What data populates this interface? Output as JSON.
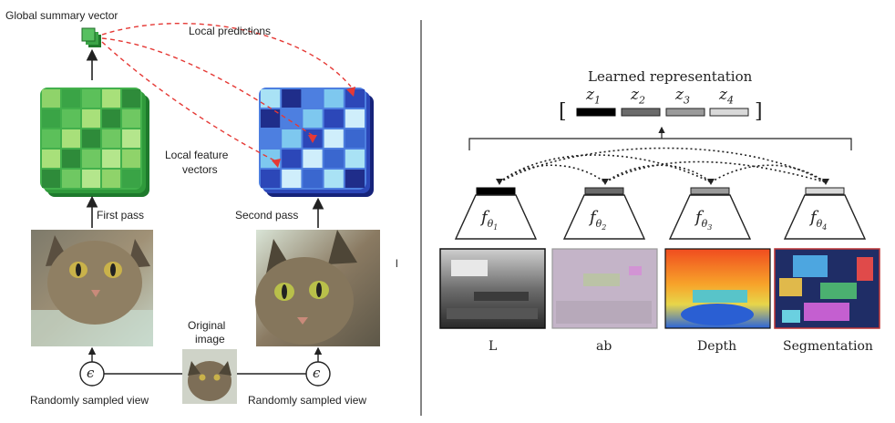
{
  "left": {
    "global_summary_label": "Global summary vector",
    "local_predictions_label": "Local predictions",
    "local_feature_label_line1": "Local feature",
    "local_feature_label_line2": "vectors",
    "first_pass_label": "First pass",
    "second_pass_label": "Second pass",
    "original_label_line1": "Original",
    "original_label_line2": "image",
    "view_label_left": "Randomly sampled view",
    "view_label_right": "Randomly sampled view",
    "epsilon_symbol": "ϵ",
    "separator_mark": "l"
  },
  "right": {
    "title": "Learned representation",
    "open_bracket": "[",
    "close_bracket": "]",
    "z_labels": [
      "z1",
      "z2",
      "z3",
      "z4"
    ],
    "encoders": [
      "fθ1",
      "fθ2",
      "fθ3",
      "fθ4"
    ],
    "image_labels": [
      "L",
      "ab",
      "Depth",
      "Segmentation"
    ]
  },
  "colors": {
    "green_dark": "#2e8b3a",
    "green_light": "#8fd36a",
    "blue_dark": "#1f2d8a",
    "blue_light": "#a9e2f5",
    "arrow_red": "#e53935",
    "z_colors": [
      "#000000",
      "#6b6b6b",
      "#9a9a9a",
      "#cfcfcf"
    ]
  }
}
